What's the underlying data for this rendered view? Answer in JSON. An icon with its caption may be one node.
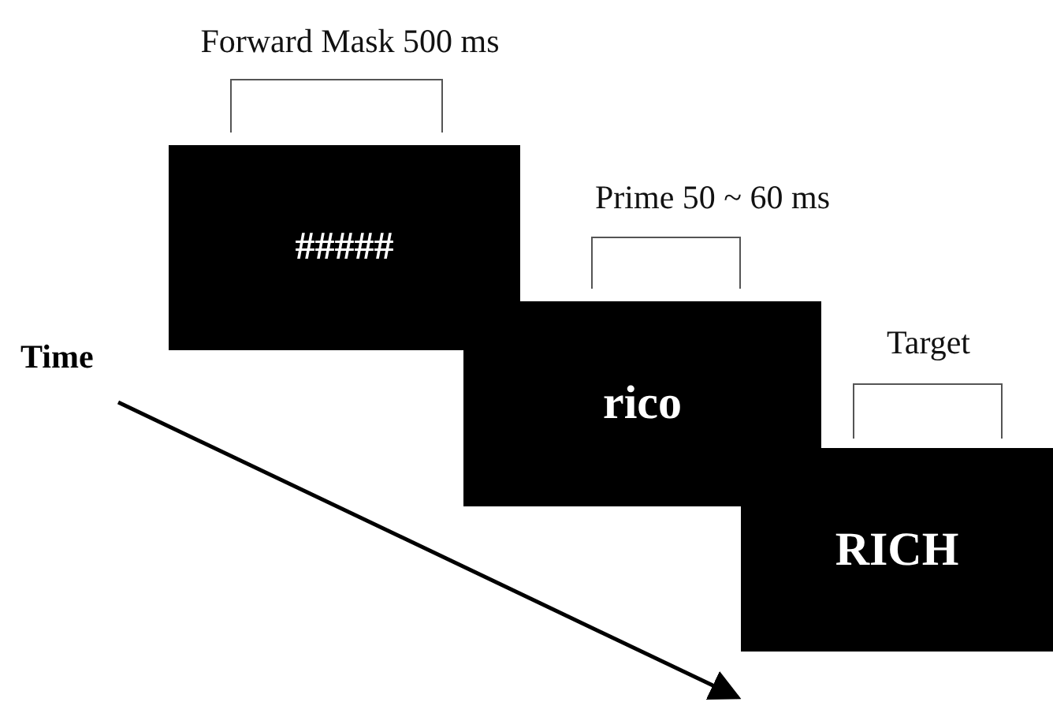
{
  "diagram": {
    "nodes": [
      {
        "text": [
          "#####"
        ],
        "beside": [
          "Forward Mask 500 ms"
        ]
      },
      {
        "text": [
          "rico"
        ],
        "beside": [
          "Prime 50 ~ 60 ms"
        ]
      },
      {
        "text": [
          "RICH"
        ],
        "beside": [
          "Target"
        ]
      }
    ],
    "labels": [
      "Time"
    ]
  }
}
